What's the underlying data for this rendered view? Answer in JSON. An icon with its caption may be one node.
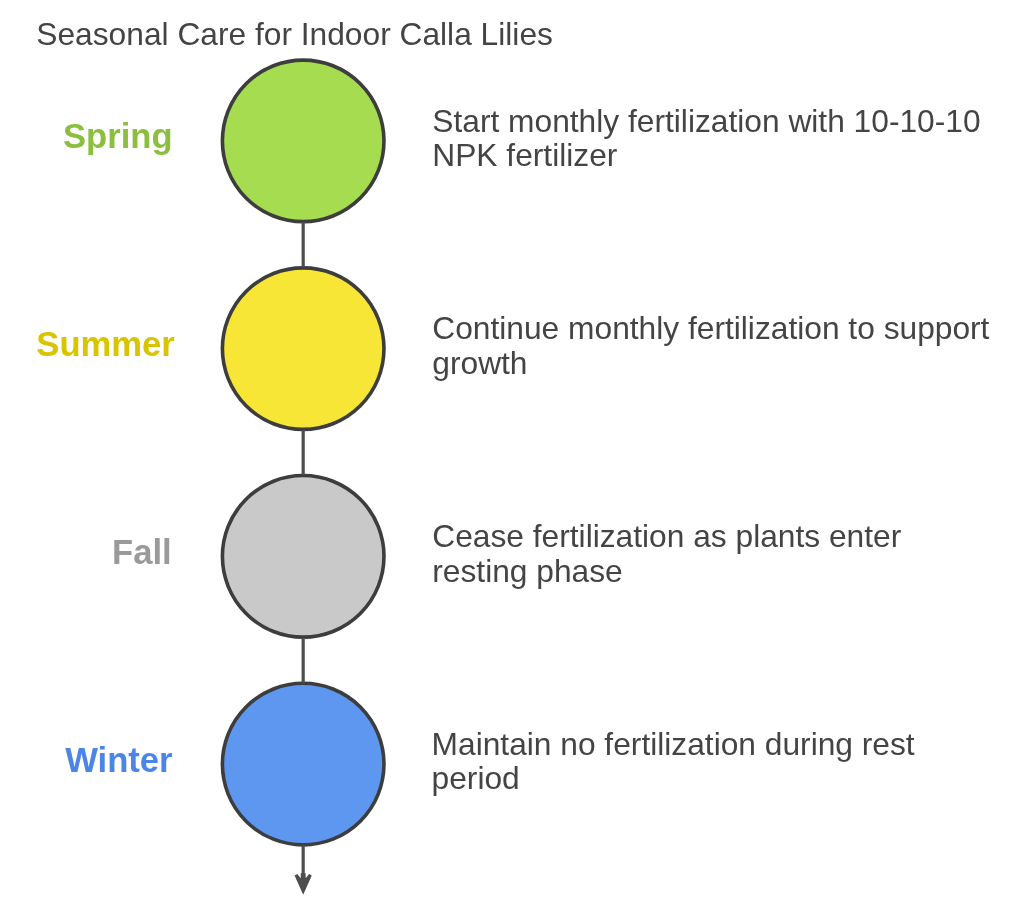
{
  "diagram": {
    "title": "Seasonal Care for Indoor Calla Lilies",
    "nodes": [
      {
        "text": [],
        "shape": "circle",
        "beside": [
          "Spring",
          "Start monthly fertilization with 10-10-10 NPK fertilizer"
        ]
      },
      {
        "text": [],
        "shape": "circle",
        "beside": [
          "Summer",
          "Continue monthly fertilization to support growth"
        ]
      },
      {
        "text": [],
        "shape": "circle",
        "beside": [
          "Fall",
          "Cease fertilization as plants enter resting phase"
        ]
      },
      {
        "text": [],
        "shape": "circle",
        "beside": [
          "Winter",
          "Maintain no fertilization during rest period"
        ]
      }
    ],
    "edges": [
      {
        "from": 0,
        "to": 1,
        "arrow": "none"
      },
      {
        "from": 1,
        "to": 2,
        "arrow": "none"
      },
      {
        "from": 2,
        "to": 3,
        "arrow": "none"
      },
      {
        "from": 3,
        "to": null,
        "arrow": "to"
      }
    ]
  }
}
